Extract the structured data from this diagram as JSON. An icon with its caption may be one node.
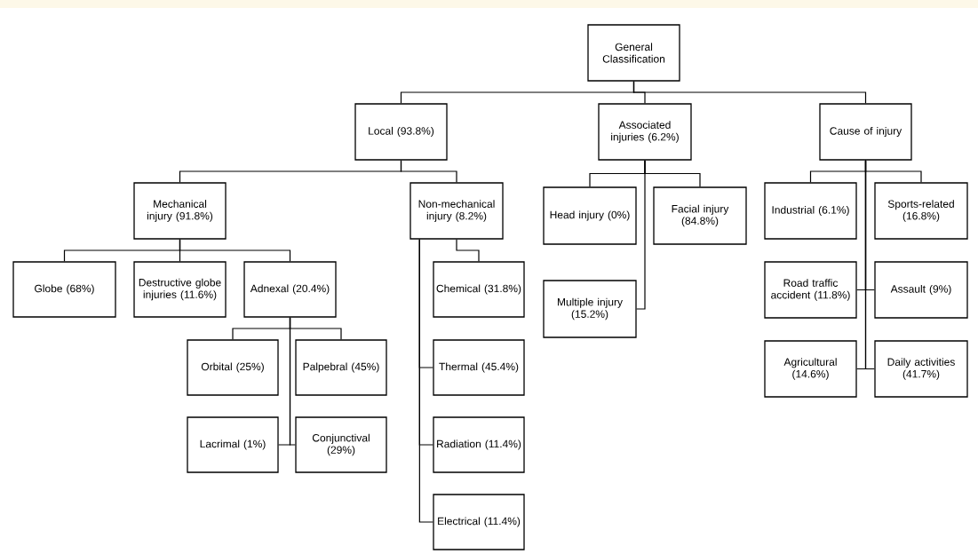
{
  "diagram": {
    "nodes": [
      {
        "text": [
          "General Classification"
        ]
      },
      {
        "text": [
          "Local (93.8%)"
        ]
      },
      {
        "text": [
          "Associated injuries (6.2%)"
        ]
      },
      {
        "text": [
          "Cause of injury"
        ]
      },
      {
        "text": [
          "Mechanical injury (91.8%)"
        ]
      },
      {
        "text": [
          "Non-mechanical injury (8.2%)"
        ]
      },
      {
        "text": [
          "Globe (68%)"
        ]
      },
      {
        "text": [
          "Destructive globe injuries (11.6%)"
        ]
      },
      {
        "text": [
          "Adnexal (20.4%)"
        ]
      },
      {
        "text": [
          "Orbital (25%)"
        ]
      },
      {
        "text": [
          "Palpebral (45%)"
        ]
      },
      {
        "text": [
          "Lacrimal (1%)"
        ]
      },
      {
        "text": [
          "Conjunctival (29%)"
        ]
      },
      {
        "text": [
          "Chemical (31.8%)"
        ]
      },
      {
        "text": [
          "Thermal (45.4%)"
        ]
      },
      {
        "text": [
          "Radiation (11.4%)"
        ]
      },
      {
        "text": [
          "Electrical (11.4%)"
        ]
      },
      {
        "text": [
          "Head injury (0%)"
        ]
      },
      {
        "text": [
          "Facial injury (84.8%)"
        ]
      },
      {
        "text": [
          "Multiple injury (15.2%)"
        ]
      },
      {
        "text": [
          "Industrial (6.1%)"
        ]
      },
      {
        "text": [
          "Sports-related (16.8%)"
        ]
      },
      {
        "text": [
          "Road traffic accident (11.8%)"
        ]
      },
      {
        "text": [
          "Assault (9%)"
        ]
      },
      {
        "text": [
          "Agricultural (14.6%)"
        ]
      },
      {
        "text": [
          "Daily activities (41.7%)"
        ]
      }
    ],
    "edges": [
      {
        "from": 0,
        "to": 1,
        "arrow": "none"
      },
      {
        "from": 0,
        "to": 2,
        "arrow": "none"
      },
      {
        "from": 0,
        "to": 3,
        "arrow": "none"
      },
      {
        "from": 1,
        "to": 4,
        "arrow": "none"
      },
      {
        "from": 1,
        "to": 5,
        "arrow": "none"
      },
      {
        "from": 4,
        "to": 6,
        "arrow": "none"
      },
      {
        "from": 4,
        "to": 7,
        "arrow": "none"
      },
      {
        "from": 4,
        "to": 8,
        "arrow": "none"
      },
      {
        "from": 8,
        "to": 9,
        "arrow": "none"
      },
      {
        "from": 8,
        "to": 10,
        "arrow": "none"
      },
      {
        "from": 8,
        "to": 11,
        "arrow": "none"
      },
      {
        "from": 8,
        "to": 12,
        "arrow": "none"
      },
      {
        "from": 5,
        "to": 13,
        "arrow": "none"
      },
      {
        "from": 5,
        "to": 14,
        "arrow": "none"
      },
      {
        "from": 5,
        "to": 15,
        "arrow": "none"
      },
      {
        "from": 5,
        "to": 16,
        "arrow": "none"
      },
      {
        "from": 2,
        "to": 17,
        "arrow": "none"
      },
      {
        "from": 2,
        "to": 18,
        "arrow": "none"
      },
      {
        "from": 2,
        "to": 19,
        "arrow": "none"
      },
      {
        "from": 3,
        "to": 20,
        "arrow": "none"
      },
      {
        "from": 3,
        "to": 21,
        "arrow": "none"
      },
      {
        "from": 3,
        "to": 22,
        "arrow": "none"
      },
      {
        "from": 3,
        "to": 23,
        "arrow": "none"
      },
      {
        "from": 3,
        "to": 24,
        "arrow": "none"
      },
      {
        "from": 3,
        "to": 25,
        "arrow": "none"
      }
    ]
  }
}
